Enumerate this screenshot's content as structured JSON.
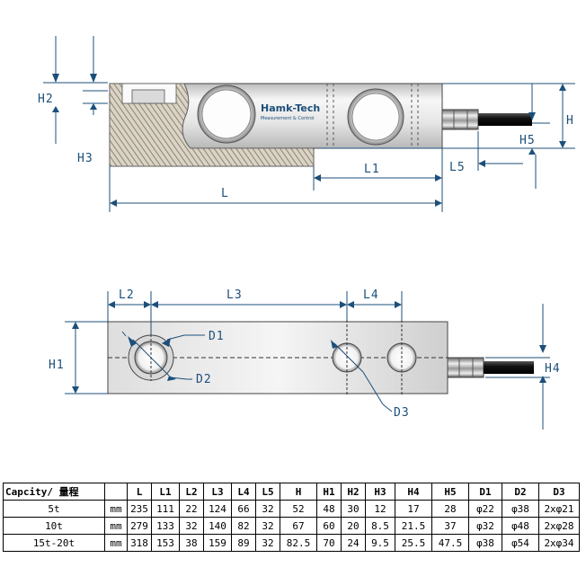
{
  "top_view": {
    "brand": "Hamk-Tech",
    "brand_sub": "Measurement & Control",
    "labels": {
      "H2": "H2",
      "H3": "H3",
      "L": "L",
      "L1": "L1",
      "L5": "L5",
      "H": "H",
      "H5": "H5"
    }
  },
  "side_view": {
    "labels": {
      "L2": "L2",
      "L3": "L3",
      "L4": "L4",
      "H1": "H1",
      "D1": "D1",
      "D2": "D2",
      "D3": "D3",
      "H4": "H4"
    }
  },
  "table": {
    "headers": [
      "Capcity/ 量程",
      "",
      "L",
      "L1",
      "L2",
      "L3",
      "L4",
      "L5",
      "H",
      "H1",
      "H2",
      "H3",
      "H4",
      "H5",
      "D1",
      "D2",
      "D3"
    ],
    "rows": [
      [
        "5t",
        "mm",
        "235",
        "111",
        "22",
        "124",
        "66",
        "32",
        "52",
        "48",
        "30",
        "12",
        "17",
        "28",
        "φ22",
        "φ38",
        "2xφ21"
      ],
      [
        "10t",
        "mm",
        "279",
        "133",
        "32",
        "140",
        "82",
        "32",
        "67",
        "60",
        "20",
        "8.5",
        "21.5",
        "37",
        "φ32",
        "φ48",
        "2xφ28"
      ],
      [
        "15t-20t",
        "mm",
        "318",
        "153",
        "38",
        "159",
        "89",
        "32",
        "82.5",
        "70",
        "24",
        "9.5",
        "25.5",
        "47.5",
        "φ38",
        "φ54",
        "2xφ34"
      ]
    ]
  },
  "colors": {
    "dimension": "#1d4f7a",
    "metal_light": "#f4f4f4",
    "metal_mid": "#d8d8d8",
    "metal_dark": "#a8a8a8",
    "brand": "#1d4f7a"
  }
}
